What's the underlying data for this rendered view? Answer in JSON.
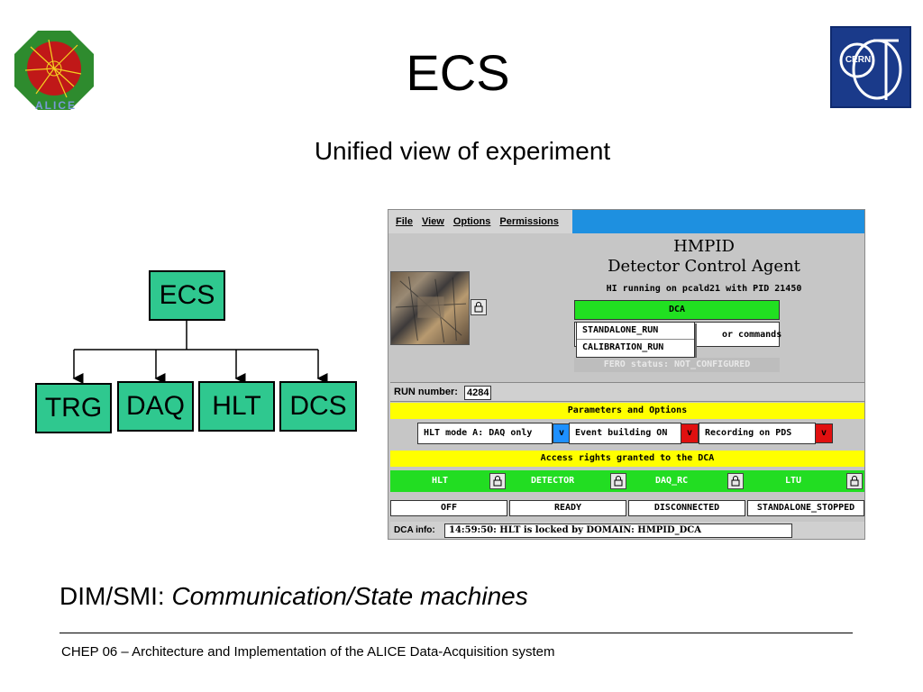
{
  "slide": {
    "title": "ECS",
    "subtitle": "Unified view of experiment",
    "bottom_prefix": "DIM/SMI: ",
    "bottom_italic": "Communication/State machines",
    "footer": "CHEP 06 – Architecture and Implementation of the ALICE Data-Acquisition system"
  },
  "logos": {
    "alice": "ALICE",
    "cern": "CERN"
  },
  "diagram": {
    "root": "ECS",
    "children": [
      "TRG",
      "DAQ",
      "HLT",
      "DCS"
    ],
    "node_color": "#2fc88f"
  },
  "dca_window": {
    "menu": [
      "File",
      "View",
      "Options",
      "Permissions"
    ],
    "title_line1": "HMPID",
    "title_line2": "Detector Control Agent",
    "running": "HI running on pcald21 with PID 21450",
    "state": "DCA",
    "dropdown": [
      "STANDALONE_RUN",
      "CALIBRATION_RUN"
    ],
    "commands_hint": "or commands",
    "fero_status": "FERO status: NOT_CONFIGURED",
    "run_label": "RUN number:",
    "run_number": "4284",
    "params_header": "Parameters and Options",
    "options": [
      {
        "label": "HLT mode A: DAQ only",
        "button": "v",
        "button_color": "#1e90ff"
      },
      {
        "label": "Event building ON",
        "button": "v",
        "button_color": "#e01010"
      },
      {
        "label": "Recording on PDS",
        "button": "v",
        "button_color": "#e01010"
      }
    ],
    "access_header": "Access rights granted to the DCA",
    "access_items": [
      "HLT",
      "DETECTOR",
      "DAQ_RC",
      "LTU"
    ],
    "states": [
      "OFF",
      "READY",
      "DISCONNECTED",
      "STANDALONE_STOPPED"
    ],
    "info_label": "DCA info:",
    "info_value": "14:59:50: HLT is locked by DOMAIN: HMPID_DCA",
    "colors": {
      "green": "#22dd22",
      "yellow": "#ffff00",
      "menubar": "#1e90e0"
    }
  }
}
